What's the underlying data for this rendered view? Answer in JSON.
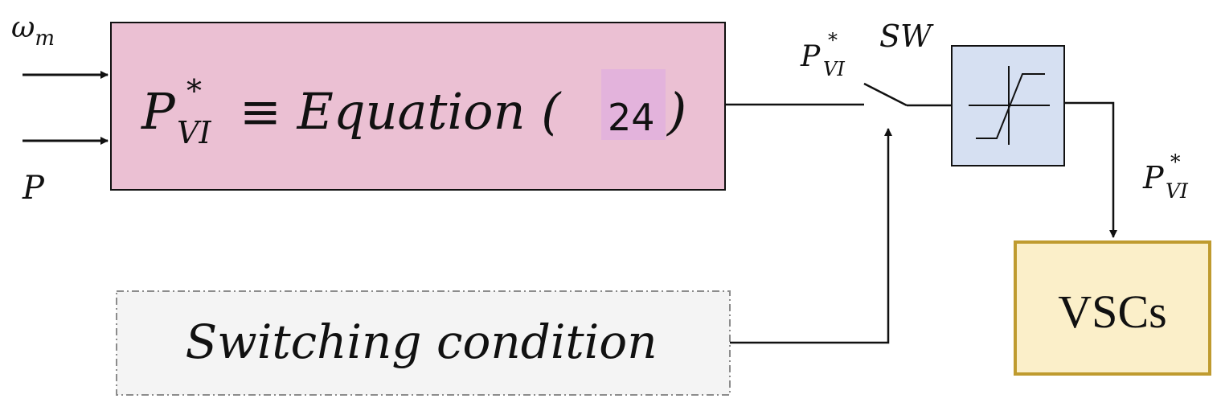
{
  "inputs": {
    "omega_base": "ω",
    "omega_sub": "m",
    "power": "P"
  },
  "equation_block": {
    "p_base": "P",
    "p_sup": "*",
    "p_sub": "VI",
    "relation": "≡ Equation (",
    "number": "24",
    "close": ")",
    "fill_color": "#ebc0d3",
    "highlight_color": "#e3b3dc"
  },
  "switch": {
    "label": "SW",
    "input_label": {
      "base": "P",
      "sup": "*",
      "sub": "VI"
    }
  },
  "saturation_block": {
    "icon": "saturation-icon",
    "fill_color": "#d6e0f2"
  },
  "output_label": {
    "base": "P",
    "sup": "*",
    "sub": "VI"
  },
  "vsc_block": {
    "label": "VSCs",
    "fill_color": "#fbefc9",
    "border_color": "#bf9b2f"
  },
  "condition_block": {
    "label": "Switching condition",
    "fill_color": "#f4f4f4"
  }
}
